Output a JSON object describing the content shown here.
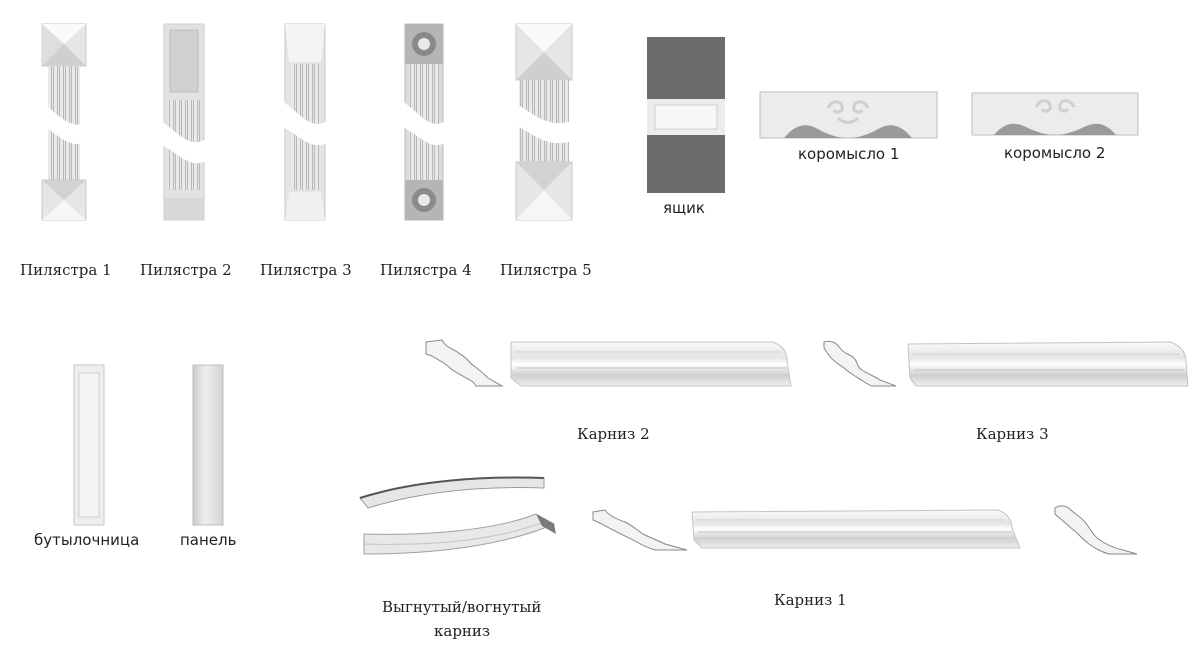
{
  "pilasters": [
    {
      "label": "Пилястра 1"
    },
    {
      "label": "Пилястра 2"
    },
    {
      "label": "Пилястра 3"
    },
    {
      "label": "Пилястра 4"
    },
    {
      "label": "Пилястра 5"
    }
  ],
  "box": {
    "label": "ящик"
  },
  "rocker": [
    {
      "label": "коромысло 1"
    },
    {
      "label": "коромысло 2"
    }
  ],
  "panels": [
    {
      "label": "бутылочница"
    },
    {
      "label": "панель"
    }
  ],
  "cornices": {
    "k2": "Карниз 2",
    "k3": "Карниз 3",
    "k1": "Карниз 1",
    "curved_line1": "Выгнутый/вогнутый",
    "curved_line2": "карниз"
  },
  "colors": {
    "drawer_body": "#6b6b6b",
    "molding_light": "#f2f2f2",
    "molding_shadow": "#bdbdbd",
    "outline": "#8a8a8a"
  }
}
